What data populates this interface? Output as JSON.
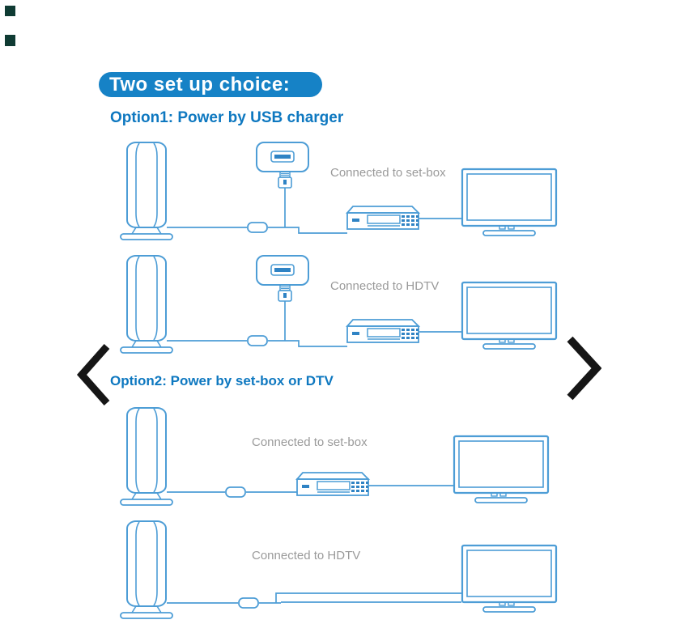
{
  "badge": {
    "label": "Two set up choice:"
  },
  "options": [
    {
      "heading": "Option1: Power by USB charger"
    },
    {
      "heading": "Option2: Power by set-box or DTV"
    }
  ],
  "diagrams": [
    {
      "label": "Connected to set-box",
      "power": "usb-charger",
      "devices": [
        "antenna",
        "usb-charger",
        "amplifier",
        "set-box",
        "tv"
      ]
    },
    {
      "label": "Connected to HDTV",
      "power": "usb-charger",
      "devices": [
        "antenna",
        "usb-charger",
        "amplifier",
        "set-box",
        "tv"
      ]
    },
    {
      "label": "Connected to set-box",
      "power": "set-box",
      "devices": [
        "antenna",
        "amplifier",
        "set-box",
        "tv"
      ]
    },
    {
      "label": "Connected to HDTV",
      "power": "dtv",
      "devices": [
        "antenna",
        "amplifier",
        "tv"
      ]
    }
  ],
  "carousel": {
    "prev_icon": "chevron-left",
    "next_icon": "chevron-right"
  },
  "colors": {
    "badge_bg": "#1682c6",
    "badge_text": "#ffffff",
    "heading_blue": "#0e78c0",
    "diagram_stroke": "#4d9dd6",
    "diagram_fill": "#2f83c4",
    "label_gray": "#9a9a9a",
    "arrow_black": "#161616",
    "corner_square": "#0f3b33"
  }
}
